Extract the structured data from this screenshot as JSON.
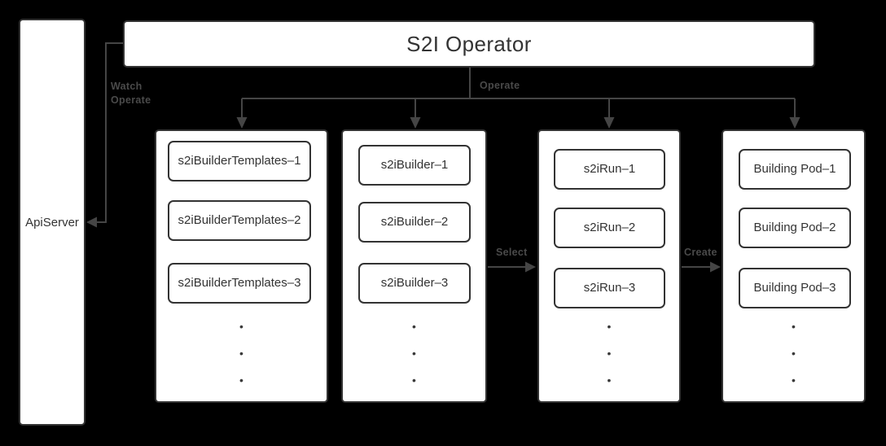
{
  "nodes": {
    "api_server": "ApiServer",
    "operator": "S2I Operator"
  },
  "edges": {
    "watch_operate": "Watch\nOperate",
    "operate": "Operate",
    "select": "Select",
    "create": "Create"
  },
  "columns": [
    {
      "items": [
        "s2iBuilderTemplates–1",
        "s2iBuilderTemplates–2",
        "s2iBuilderTemplates–3"
      ],
      "ellipsis": "•\n•\n•"
    },
    {
      "items": [
        "s2iBuilder–1",
        "s2iBuilder–2",
        "s2iBuilder–3"
      ],
      "ellipsis": "•\n•\n•"
    },
    {
      "items": [
        "s2iRun–1",
        "s2iRun–2",
        "s2iRun–3"
      ],
      "ellipsis": "•\n•\n•"
    },
    {
      "items": [
        "Building Pod–1",
        "Building Pod–2",
        "Building Pod–3"
      ],
      "ellipsis": "•\n•\n•"
    }
  ],
  "colors": {
    "background": "#000000",
    "node_fill": "#ffffff",
    "node_border": "#333333",
    "node_text": "#333333",
    "line": "#454545",
    "label_text": "#4a4a4a"
  }
}
